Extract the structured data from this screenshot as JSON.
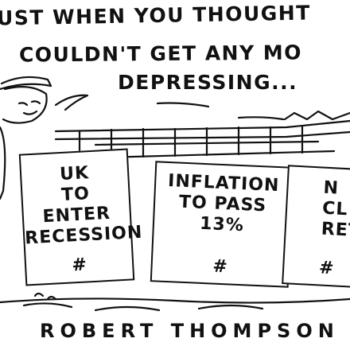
{
  "caption": {
    "line1": "UST WHEN YOU THOUGHT",
    "line2": "COULDN'T GET ANY MO",
    "line3": "DEPRESSING..."
  },
  "boards": [
    {
      "lines": [
        "UK",
        "TO",
        "ENTER",
        "RECESSION"
      ],
      "mark": "#"
    },
    {
      "lines": [
        "INFLATION",
        "TO PASS",
        "13%"
      ],
      "mark": "#"
    },
    {
      "lines": [
        "N",
        "CL",
        "RET"
      ],
      "mark": "#"
    }
  ],
  "signature": "ROBERT THOMPSON",
  "colors": {
    "ink": "#111111",
    "paper": "#ffffff"
  }
}
